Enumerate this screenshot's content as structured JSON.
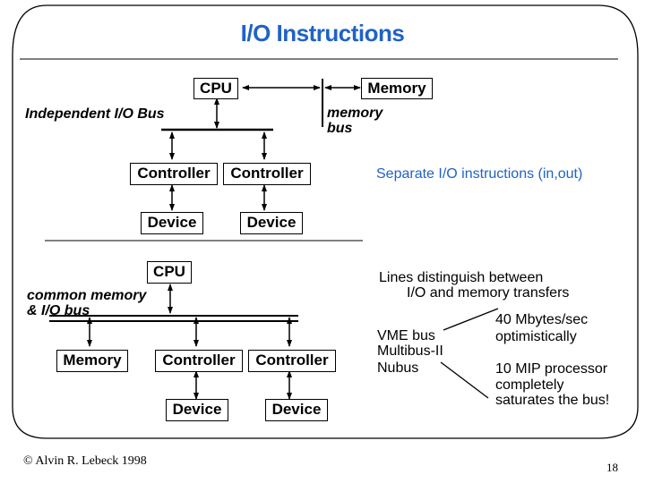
{
  "slide": {
    "title": "I/O Instructions",
    "page_number": "18",
    "copyright": "© Alvin R. Lebeck 1998",
    "accent_color": "#1f63c4"
  },
  "independent_bus_diagram": {
    "bus_label": "Independent I/O Bus",
    "memory_bus_label_line1": "memory",
    "memory_bus_label_line2": "bus",
    "cpu": "CPU",
    "memory": "Memory",
    "controllers": [
      "Controller",
      "Controller"
    ],
    "devices": [
      "Device",
      "Device"
    ],
    "note": "Separate I/O instructions (in,out)"
  },
  "common_bus_diagram": {
    "bus_label_line1": "common memory",
    "bus_label_line2": "& I/O bus",
    "cpu": "CPU",
    "memory": "Memory",
    "controllers": [
      "Controller",
      "Controller"
    ],
    "devices": [
      "Device",
      "Device"
    ],
    "note_line1": "Lines distinguish between",
    "note_line2": "I/O and memory transfers",
    "bus_examples": [
      "VME bus",
      "Multibus-II",
      "Nubus"
    ],
    "bandwidth_note_line1": "40 Mbytes/sec",
    "bandwidth_note_line2": "optimistically",
    "saturation_note_line1": "10 MIP processor",
    "saturation_note_line2": "completely",
    "saturation_note_line3": "saturates the bus!"
  }
}
